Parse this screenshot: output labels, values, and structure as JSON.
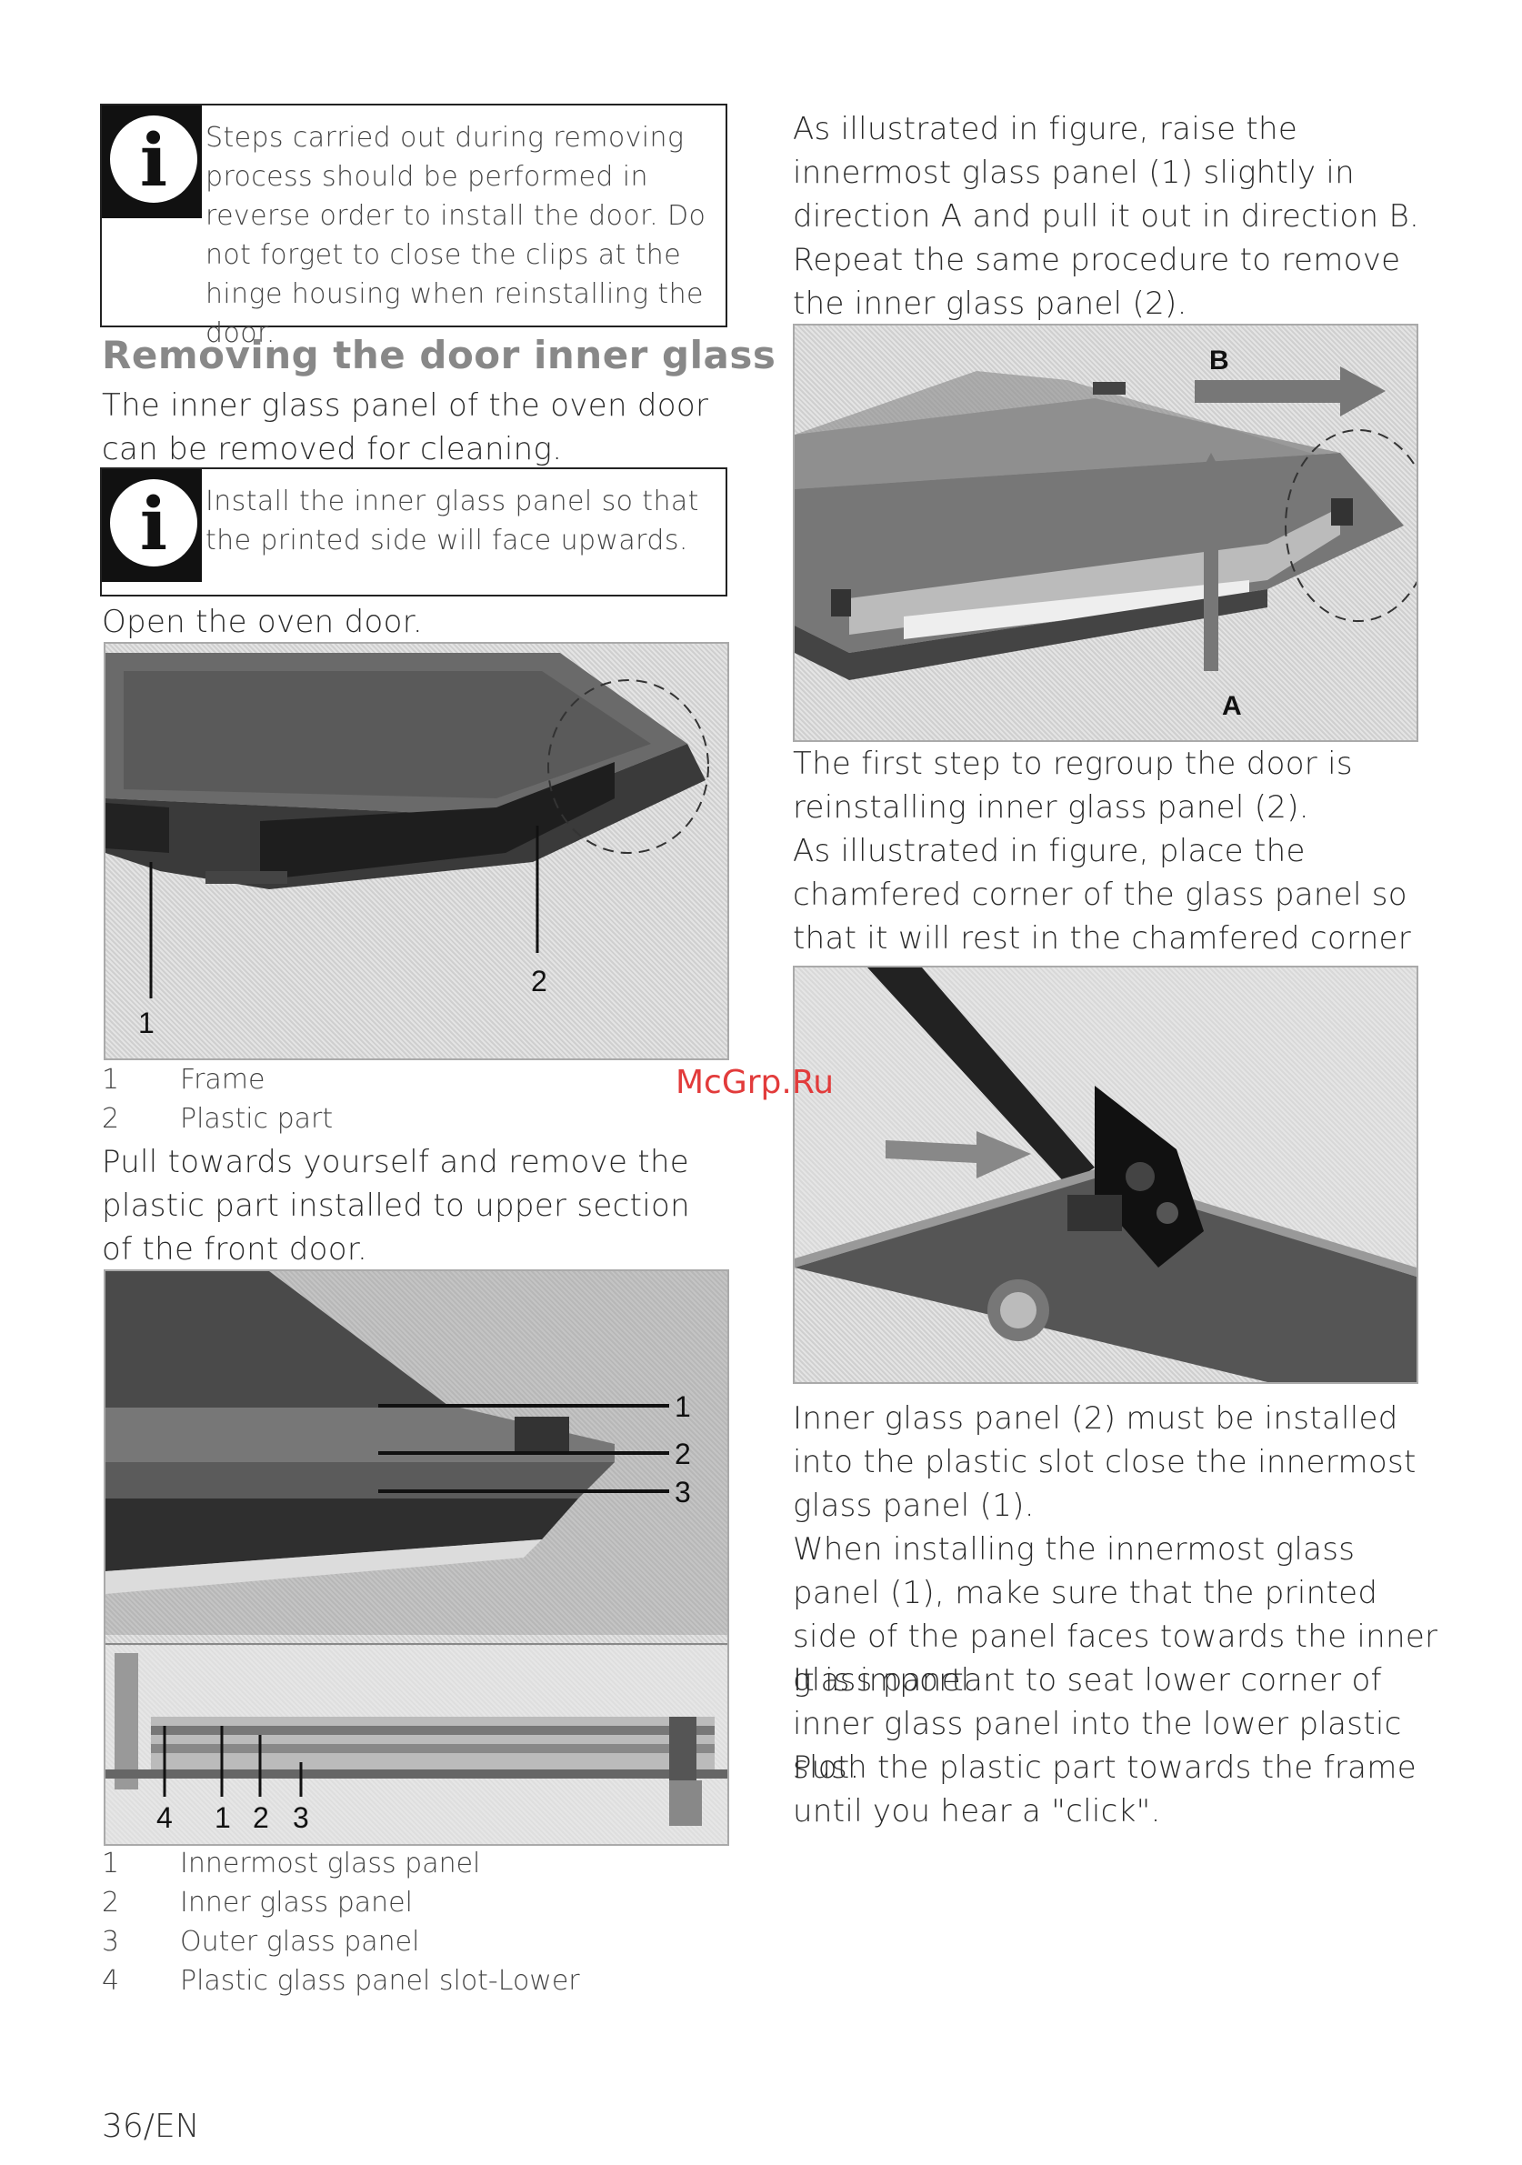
{
  "note1": {
    "text": "Steps carried out during removing process should be performed in reverse order to install the door. Do not forget to close the clips at the hinge housing when reinstalling the door."
  },
  "heading": "Removing the door inner glass",
  "intro": "The inner glass panel of the oven door can be removed for cleaning.",
  "note2": {
    "text": "Install the inner glass panel so that the printed side will face upwards."
  },
  "open_door": "Open the oven door.",
  "fig1": {
    "labels": [
      "1",
      "2"
    ],
    "legend": [
      {
        "num": "1",
        "text": "Frame"
      },
      {
        "num": "2",
        "text": "Plastic part"
      }
    ]
  },
  "pull_text": "Pull towards yourself and remove the plastic part installed to upper section of the front door.",
  "fig2": {
    "labels_top": [
      "1",
      "2",
      "3"
    ],
    "labels_bottom": [
      "4",
      "1",
      "2",
      "3"
    ],
    "legend": [
      {
        "num": "1",
        "text": "Innermost glass panel"
      },
      {
        "num": "2",
        "text": "Inner glass panel"
      },
      {
        "num": "3",
        "text": "Outer glass panel"
      },
      {
        "num": "4",
        "text": "Plastic glass panel slot-Lower"
      }
    ]
  },
  "right": {
    "p1": "As illustrated in figure, raise the innermost glass panel (1) slightly in direction A and pull it out in direction B.",
    "p2": "Repeat the same procedure to remove the inner glass panel (2).",
    "fig3_labels": {
      "a": "A",
      "b": "B"
    },
    "p3": "The first step to regroup the door is reinstalling inner glass panel (2).",
    "p4": "As illustrated in figure, place the chamfered corner of the glass panel so that it will rest in the chamfered corner of the plastic slot.",
    "p5": "Inner glass panel (2) must be installed into the plastic slot close the innermost glass panel (1).",
    "p6": "When installing the innermost glass panel (1), make sure that the printed side of the panel faces towards the inner glass panel.",
    "p7": "It is important to seat lower corner of inner glass panel into the lower plastic slot.",
    "p8": "Push the plastic part towards the frame until you hear a \"click\"."
  },
  "watermark": "McGrp.Ru",
  "footer": "36/EN"
}
